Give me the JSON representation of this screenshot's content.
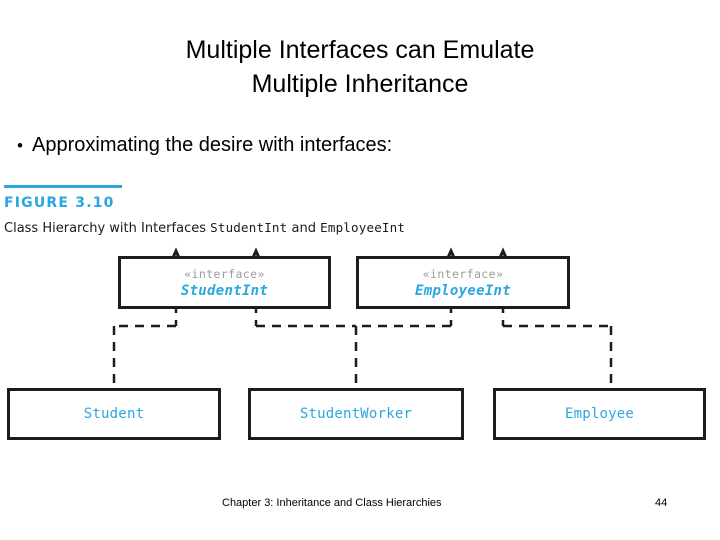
{
  "slide": {
    "title": "Multiple Interfaces can Emulate\nMultiple Inheritance",
    "bullet_marker": "•",
    "bullet_text": "Approximating the desire with interfaces:"
  },
  "figure": {
    "number": "FIGURE 3.10",
    "caption_prefix": "Class Hierarchy with Interfaces ",
    "caption_mono_1": "StudentInt",
    "caption_mid": " and ",
    "caption_mono_2": "EmployeeInt",
    "rule_color": "#2aa5dd",
    "number_color": "#2aa5dd"
  },
  "diagram": {
    "type": "uml-class-diagram",
    "relationship": "realization",
    "box_border_color": "#1c1c1c",
    "type_name_color": "#29a8e0",
    "stereotype_color": "#9b9b9b",
    "stereotype_label": "«interface»",
    "interfaces": [
      {
        "id": "student-int",
        "name": "StudentInt",
        "stereotype": "«interface»"
      },
      {
        "id": "employee-int",
        "name": "EmployeeInt",
        "stereotype": "«interface»"
      }
    ],
    "classes": [
      {
        "id": "student",
        "name": "Student"
      },
      {
        "id": "student-worker",
        "name": "StudentWorker"
      },
      {
        "id": "employee",
        "name": "Employee"
      }
    ],
    "edges": [
      {
        "from": "Student",
        "to": "StudentInt",
        "style": "dashed-hollow-triangle"
      },
      {
        "from": "StudentWorker",
        "to": "StudentInt",
        "style": "dashed-hollow-triangle"
      },
      {
        "from": "StudentWorker",
        "to": "EmployeeInt",
        "style": "dashed-hollow-triangle"
      },
      {
        "from": "Employee",
        "to": "EmployeeInt",
        "style": "dashed-hollow-triangle"
      }
    ]
  },
  "footer": {
    "chapter": "Chapter 3: Inheritance and Class Hierarchies",
    "page": "44"
  }
}
